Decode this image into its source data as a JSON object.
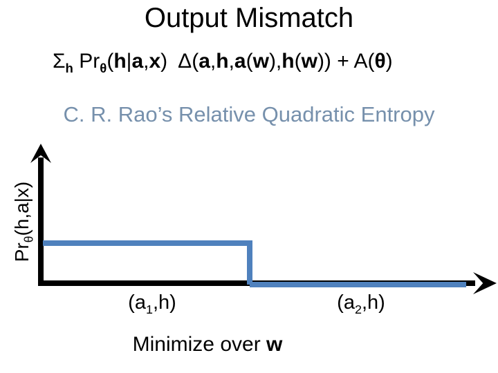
{
  "slide": {
    "title": "Output Mismatch",
    "subtitle": "C. R. Rao’s Relative Quadratic Entropy",
    "formula_segments": [
      {
        "t": "Σ"
      },
      {
        "t": "h",
        "b": true,
        "sub": true
      },
      {
        "t": " Pr"
      },
      {
        "t": "θ",
        "b": true,
        "sub": true
      },
      {
        "t": "("
      },
      {
        "t": "h",
        "b": true
      },
      {
        "t": "|"
      },
      {
        "t": "a",
        "b": true
      },
      {
        "t": ","
      },
      {
        "t": "x",
        "b": true
      },
      {
        "t": ")  Δ("
      },
      {
        "t": "a",
        "b": true
      },
      {
        "t": ","
      },
      {
        "t": "h",
        "b": true
      },
      {
        "t": ","
      },
      {
        "t": "a",
        "b": true
      },
      {
        "t": "("
      },
      {
        "t": "w",
        "b": true
      },
      {
        "t": "),"
      },
      {
        "t": "h",
        "b": true
      },
      {
        "t": "("
      },
      {
        "t": "w",
        "b": true
      },
      {
        "t": ")) + A("
      },
      {
        "t": "θ",
        "b": true
      },
      {
        "t": ")"
      }
    ],
    "minimize_segments": [
      {
        "t": "Minimize over "
      },
      {
        "t": "w",
        "b": true
      }
    ],
    "colors": {
      "accent_blue": "#4F81BD",
      "subtitle_slate_blue": "#7690AC",
      "axis_black": "#000000",
      "background": "#FFFFFF"
    }
  },
  "chart": {
    "ylabel_segments": [
      {
        "t": "Pr"
      },
      {
        "t": "θ",
        "sub": true
      },
      {
        "t": "(h,a|x)"
      }
    ],
    "tick1_segments": [
      {
        "t": "(a"
      },
      {
        "t": "1",
        "sub": true
      },
      {
        "t": ",h)"
      }
    ],
    "tick2_segments": [
      {
        "t": "(a"
      },
      {
        "t": "2",
        "sub": true
      },
      {
        "t": ",h)"
      }
    ]
  },
  "chart_data": {
    "type": "line",
    "subtype": "step",
    "title": "",
    "xlabel": "",
    "ylabel": "Prθ(h,a|x)",
    "x_tick_labels": [
      "(a1,h)",
      "(a2,h)"
    ],
    "x_tick_positions": [
      0.25,
      0.7
    ],
    "y_tick_labels": [],
    "x_range": [
      0,
      1
    ],
    "y_range": [
      0,
      1
    ],
    "axis_arrows": true,
    "grid": false,
    "legend": "none",
    "series": [
      {
        "name": "Prθ(h,a|x)",
        "color": "#4F81BD",
        "points_x": [
          0.0,
          0.46,
          0.46,
          0.94
        ],
        "points_y": [
          0.3,
          0.3,
          0.01,
          0.01
        ]
      }
    ],
    "caption": "Minimize over w"
  }
}
